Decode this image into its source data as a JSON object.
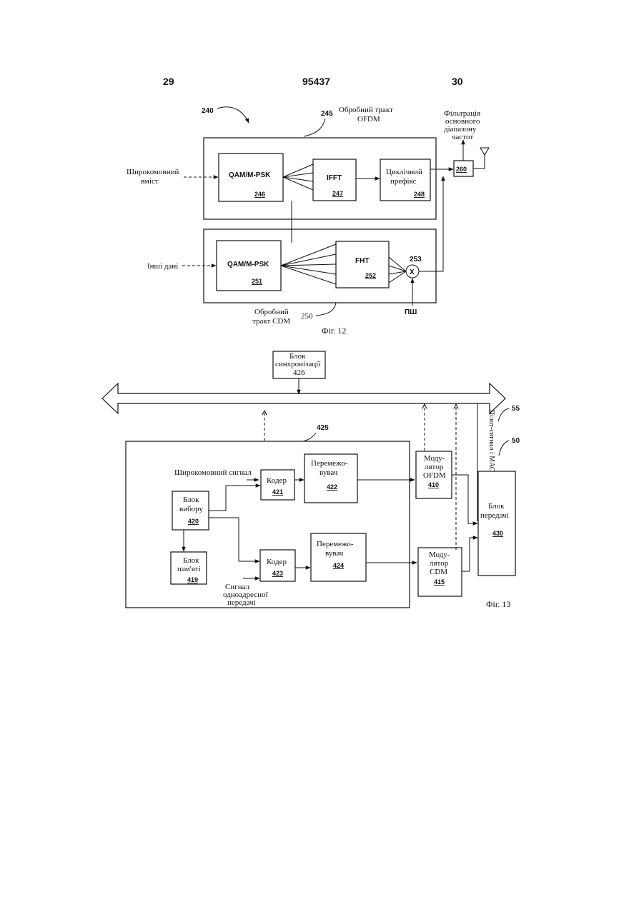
{
  "header": {
    "page_left": "29",
    "patent_number": "95437",
    "page_right": "30"
  },
  "fig12": {
    "caption": "Фіг. 12",
    "ref_240": "240",
    "ofdm_path": {
      "ref": "245",
      "line1": "Обробний тракт",
      "line2": "OFDM"
    },
    "cdm_path": {
      "ref": "250",
      "line1": "Обробний",
      "line2": "тракт CDM"
    },
    "input_broadcast": {
      "line1": "Широкомовний",
      "line2": "вміст"
    },
    "input_other": "Інші дані",
    "qam_top": {
      "label": "QAM/M-PSK",
      "ref": "246"
    },
    "ifft": {
      "label": "IFFT",
      "ref": "247"
    },
    "prefix": {
      "line1": "Циклічний",
      "line2": "префікс",
      "ref": "248"
    },
    "filter": {
      "ref": "260",
      "line1": "Фільтрація",
      "line2": "основного",
      "line3": "діапазону",
      "line4": "частот"
    },
    "qam_bottom": {
      "label": "QAM/M-PSK",
      "ref": "251"
    },
    "fht": {
      "label": "FHT",
      "ref": "252"
    },
    "mixer": {
      "symbol": "X",
      "ref": "253"
    },
    "pn": "ПШ"
  },
  "fig13": {
    "caption": "Фіг. 13",
    "sync": {
      "line1": "Блок",
      "line2": "синхронізації",
      "ref": "426"
    },
    "ref_55": "55",
    "ref_50": "50",
    "bus_label": "Пілот-сигнал і МАС",
    "ref_425": "425",
    "broadcast_signal": "Широкомовний сигнал",
    "selector": {
      "line1": "Блок",
      "line2": "вибору",
      "ref": "420"
    },
    "coder_top": {
      "label": "Кодер",
      "ref": "421"
    },
    "interleaver_top": {
      "line1": "Перемежо-",
      "line2": "вувач",
      "ref": "422"
    },
    "memory": {
      "line1": "Блок",
      "line2": "пам'яті",
      "ref": "419"
    },
    "coder_bottom": {
      "label": "Кодер",
      "ref": "423"
    },
    "interleaver_bottom": {
      "line1": "Перемежо-",
      "line2": "вувач",
      "ref": "424"
    },
    "unicast": {
      "line1": "Сигнал",
      "line2": "одноадресної",
      "line3": "передачі"
    },
    "mod_ofdm": {
      "line1": "Моду-",
      "line2": "лятор",
      "line3": "OFDM",
      "ref": "410"
    },
    "mod_cdm": {
      "line1": "Моду-",
      "line2": "лятор",
      "line3": "CDM",
      "ref": "415"
    },
    "transmitter": {
      "line1": "Блок",
      "line2": "передачі",
      "ref": "430"
    }
  }
}
